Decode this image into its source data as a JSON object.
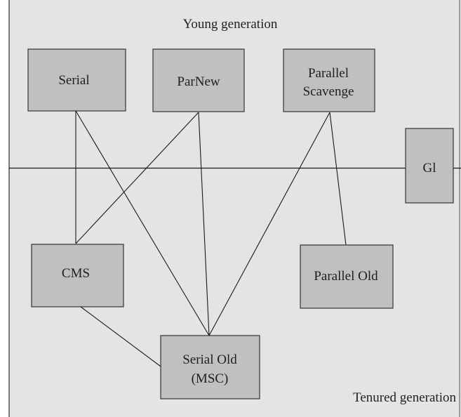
{
  "regions": {
    "young_label": "Young generation",
    "tenured_label": "Tenured generation"
  },
  "collectors": {
    "serial": {
      "lines": [
        "Serial"
      ]
    },
    "parnew": {
      "lines": [
        "ParNew"
      ]
    },
    "parallel_scavenge": {
      "lines": [
        "Parallel",
        "Scavenge"
      ]
    },
    "g1": {
      "lines": [
        "Gl"
      ]
    },
    "cms": {
      "lines": [
        "CMS"
      ]
    },
    "parallel_old": {
      "lines": [
        "Parallel Old"
      ]
    },
    "serial_old": {
      "lines": [
        "Serial Old",
        "(MSC)"
      ]
    }
  },
  "connections": [
    {
      "from": "serial",
      "to": "cms"
    },
    {
      "from": "serial",
      "to": "serial_old"
    },
    {
      "from": "parnew",
      "to": "cms"
    },
    {
      "from": "parnew",
      "to": "serial_old"
    },
    {
      "from": "parallel_scavenge",
      "to": "serial_old"
    },
    {
      "from": "parallel_scavenge",
      "to": "parallel_old"
    },
    {
      "from": "cms",
      "to": "serial_old"
    }
  ],
  "colors": {
    "page": "#ffffff",
    "panel": "#e4e4e4",
    "box_fill": "#c0c0c0",
    "line": "#1a1a1a"
  }
}
